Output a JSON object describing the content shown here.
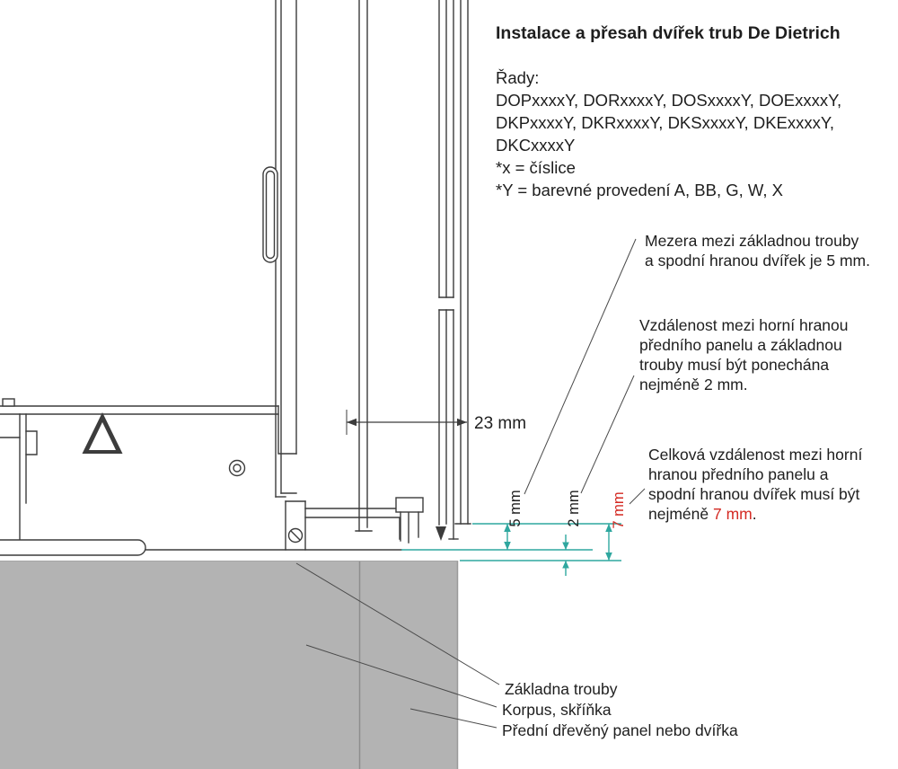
{
  "title": "Instalace a přesah dvířek trub De Dietrich",
  "series": {
    "label": "Řady:",
    "lines": [
      "DOPxxxxY, DORxxxxY, DOSxxxxY, DOExxxxY,",
      "DKPxxxxY, DKRxxxxY, DKSxxxxY, DKExxxxY,",
      "DKCxxxxY"
    ],
    "note_x": "*x = číslice",
    "note_y": "*Y = barevné provedení A, BB, G, W, X"
  },
  "annotations": {
    "gap5": {
      "lines": [
        "Mezera mezi základnou trouby",
        "a spodní hranou dvířek je 5 mm."
      ]
    },
    "gap2": {
      "lines": [
        "Vzdálenost mezi horní hranou",
        "předního panelu a základnou",
        "trouby musí být ponechána",
        "nejméně 2 mm."
      ]
    },
    "gap7": {
      "lines": [
        "Celková vzdálenost mezi horní",
        "hranou předního panelu a",
        "spodní hranou dvířek musí být"
      ],
      "last_prefix": "nejméně ",
      "value": "7 mm",
      "suffix": "."
    }
  },
  "dimensions": {
    "door_overlap": "23 mm",
    "gap_base_door": "5 mm",
    "gap_base_panel": "2 mm",
    "gap_total": "7 mm"
  },
  "part_labels": {
    "oven_base": "Základna trouby",
    "cabinet": "Korpus, skříňka",
    "front_panel": "Přední dřevěný panel nebo dvířka"
  },
  "colors": {
    "line": "#3c3c3c",
    "dimension_teal": "#2fa79f",
    "accent_red": "#d42a23",
    "panel_gray": "#b3b3b3",
    "text": "#1e1e1e"
  }
}
